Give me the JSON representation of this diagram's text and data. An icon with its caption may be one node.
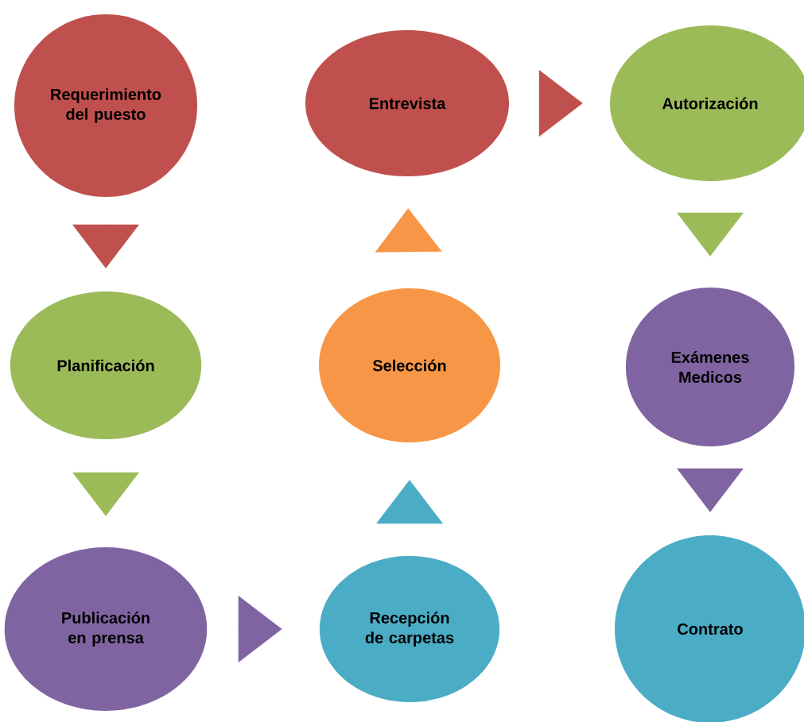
{
  "diagram": {
    "nodes": [
      {
        "text": [
          "Requerimiento del puesto"
        ]
      },
      {
        "text": [
          "Planificación"
        ]
      },
      {
        "text": [
          "Publicación en prensa"
        ]
      },
      {
        "text": [
          "Recepción de carpetas"
        ]
      },
      {
        "text": [
          "Selección"
        ]
      },
      {
        "text": [
          "Entrevista"
        ]
      },
      {
        "text": [
          "Autorización"
        ]
      },
      {
        "text": [
          "Exámenes Medicos"
        ]
      },
      {
        "text": [
          "Contrato"
        ]
      }
    ],
    "edges": [
      {
        "from": 0,
        "to": 1,
        "arrow": "to",
        "color": "#c0504d"
      },
      {
        "from": 1,
        "to": 2,
        "arrow": "to",
        "color": "#9bbb59"
      },
      {
        "from": 2,
        "to": 3,
        "arrow": "to",
        "color": "#8064a2"
      },
      {
        "from": 3,
        "to": 4,
        "arrow": "to",
        "color": "#4bacc6"
      },
      {
        "from": 4,
        "to": 5,
        "arrow": "to",
        "color": "#f79646"
      },
      {
        "from": 5,
        "to": 6,
        "arrow": "to",
        "color": "#c0504d"
      },
      {
        "from": 6,
        "to": 7,
        "arrow": "to",
        "color": "#9bbb59"
      },
      {
        "from": 7,
        "to": 8,
        "arrow": "to",
        "color": "#8064a2"
      }
    ]
  }
}
